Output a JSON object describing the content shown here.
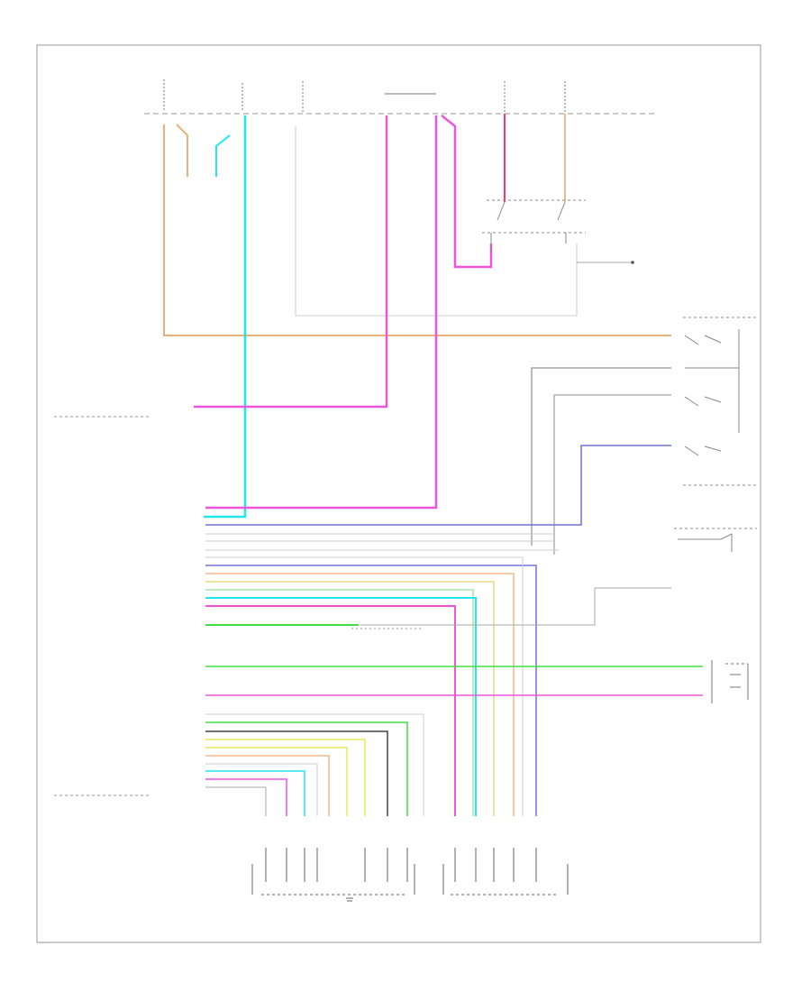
{
  "wire_colors": {
    "orange": "#e8b27a",
    "cyan": "#22e6ee",
    "magenta": "#ee55dd",
    "blue": "#7070dd",
    "green": "#44dd44",
    "yellow": "#e8e85a",
    "red_pink": "#ff3377",
    "grey": "#b4b4b4",
    "dark_grey": "#444444",
    "peach": "#f4b88a",
    "frame": "#999999",
    "ink": "#555555"
  },
  "icons": [
    "ground-symbol",
    "switch-contact",
    "connector-pin"
  ],
  "labels": {
    "corner_code": "..."
  }
}
